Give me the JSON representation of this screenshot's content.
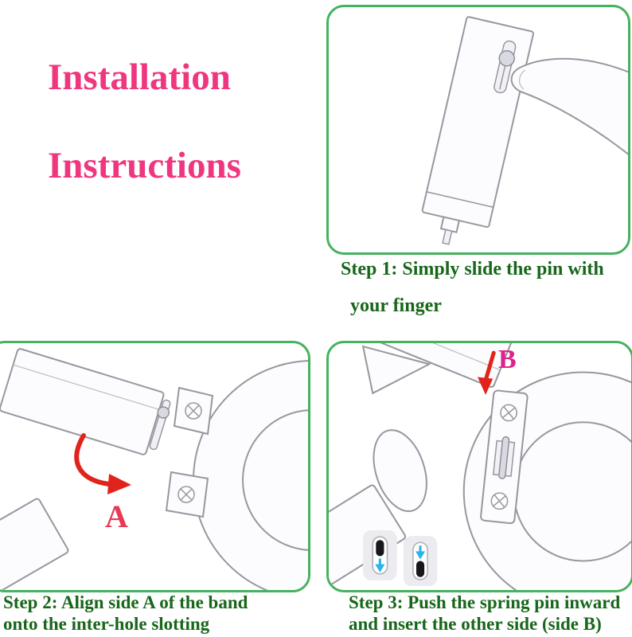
{
  "title": {
    "line1": "Installation",
    "line2": "Instructions"
  },
  "steps": [
    {
      "label": "Step 1:",
      "line1": "Simply slide the pin with",
      "line2": "your finger"
    },
    {
      "label": "Step 2:",
      "line1": "Align side A of the band",
      "line2": "onto the inter-hole slotting",
      "annotation": "A"
    },
    {
      "label": "Step 3:",
      "line1": "Push the spring pin inward",
      "line2": "and insert the other side (side B)",
      "annotation": "B"
    }
  ],
  "colors": {
    "title_pink": "#f0367e",
    "caption_green": "#17661a",
    "panel_border_green": "#45b25e",
    "arrow_red": "#e0241c",
    "annotation_a_red": "#e83a55",
    "annotation_b_pink": "#e0218a",
    "pin_arrow_blue": "#2ab4e8",
    "line_art_gray": "#97979f"
  }
}
